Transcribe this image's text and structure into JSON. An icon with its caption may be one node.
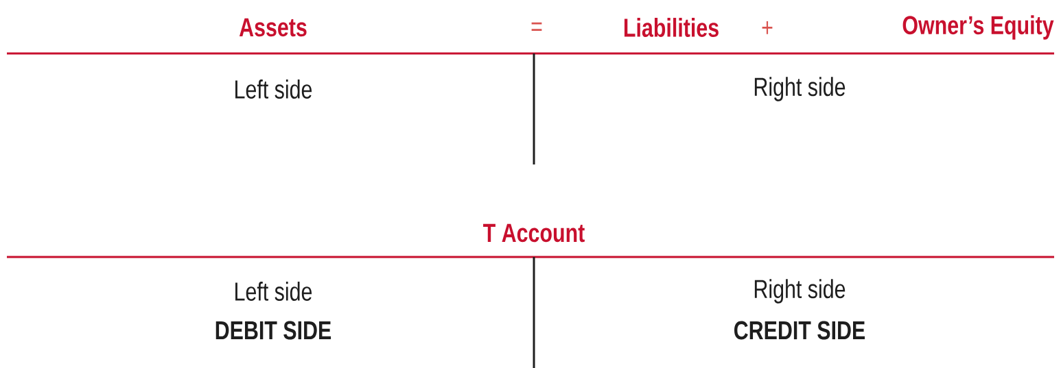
{
  "diagram": {
    "labels": [
      "Assets",
      "=",
      "Liabilities",
      "+",
      "Owner’s Equity",
      "Left side",
      "Right side",
      "T Account",
      "Left side",
      "DEBIT SIDE",
      "Right side",
      "CREDIT SIDE"
    ]
  }
}
